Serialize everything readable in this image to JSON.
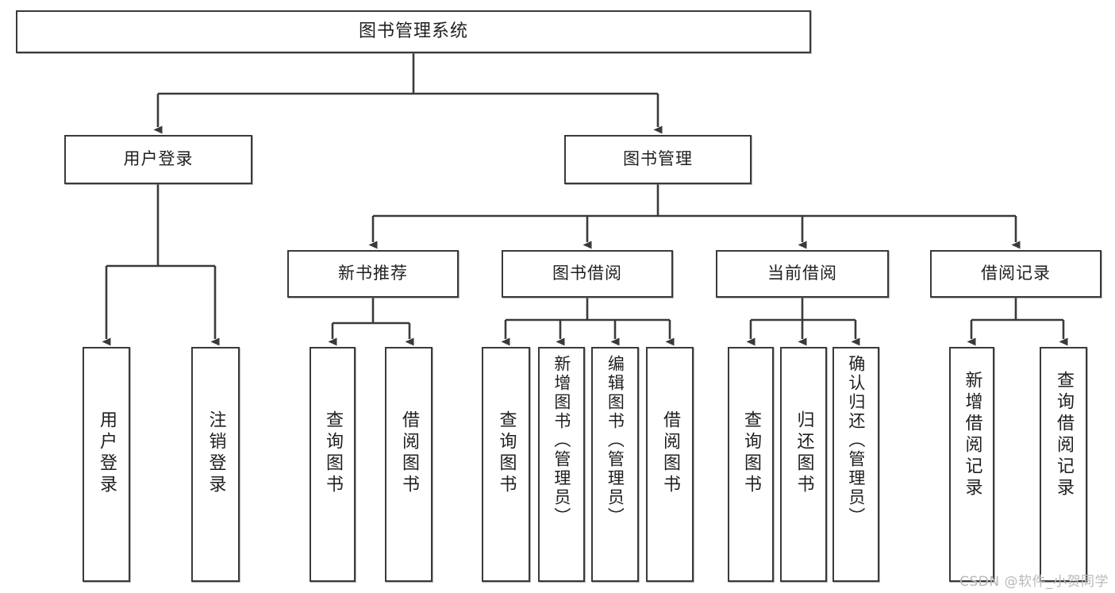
{
  "diagram": {
    "title": "图书管理系统",
    "type": "tree",
    "watermark": "CSDN @软件_小贺同学",
    "colors": {
      "box_border": "#3a3a3a",
      "box_fill": "#ffffff",
      "edge": "#3a3a3a",
      "text": "#1f1f1f",
      "watermark": "#b9b9b9"
    },
    "nodes": {
      "root": {
        "label": "图书管理系统"
      },
      "level2": [
        {
          "id": "user-login",
          "label": "用户登录"
        },
        {
          "id": "book-management",
          "label": "图书管理"
        }
      ],
      "level3": [
        {
          "id": "new-book-recommend",
          "label": "新书推荐"
        },
        {
          "id": "book-borrow",
          "label": "图书借阅"
        },
        {
          "id": "current-borrow",
          "label": "当前借阅"
        },
        {
          "id": "borrow-record",
          "label": "借阅记录"
        }
      ],
      "leaves": [
        {
          "id": "leaf-user-login",
          "parent": "user-login",
          "label": "用户登录"
        },
        {
          "id": "leaf-logout",
          "parent": "user-login",
          "label": "注销登录"
        },
        {
          "id": "leaf-query-book-1",
          "parent": "new-book-recommend",
          "label": "查询图书"
        },
        {
          "id": "leaf-borrow-book-1",
          "parent": "new-book-recommend",
          "label": "借阅图书"
        },
        {
          "id": "leaf-query-book-2",
          "parent": "book-borrow",
          "label": "查询图书"
        },
        {
          "id": "leaf-add-book",
          "parent": "book-borrow",
          "label": "新增图书（管理员）"
        },
        {
          "id": "leaf-edit-book",
          "parent": "book-borrow",
          "label": "编辑图书（管理员）"
        },
        {
          "id": "leaf-borrow-book-2",
          "parent": "book-borrow",
          "label": "借阅图书"
        },
        {
          "id": "leaf-query-book-3",
          "parent": "current-borrow",
          "label": "查询图书"
        },
        {
          "id": "leaf-return-book",
          "parent": "current-borrow",
          "label": "归还图书"
        },
        {
          "id": "leaf-confirm-return",
          "parent": "current-borrow",
          "label": "确认归还（管理员）"
        },
        {
          "id": "leaf-add-borrow-record",
          "parent": "borrow-record",
          "label": "新增借阅记录"
        },
        {
          "id": "leaf-query-borrow-record",
          "parent": "borrow-record",
          "label": "查询借阅记录"
        }
      ]
    }
  }
}
